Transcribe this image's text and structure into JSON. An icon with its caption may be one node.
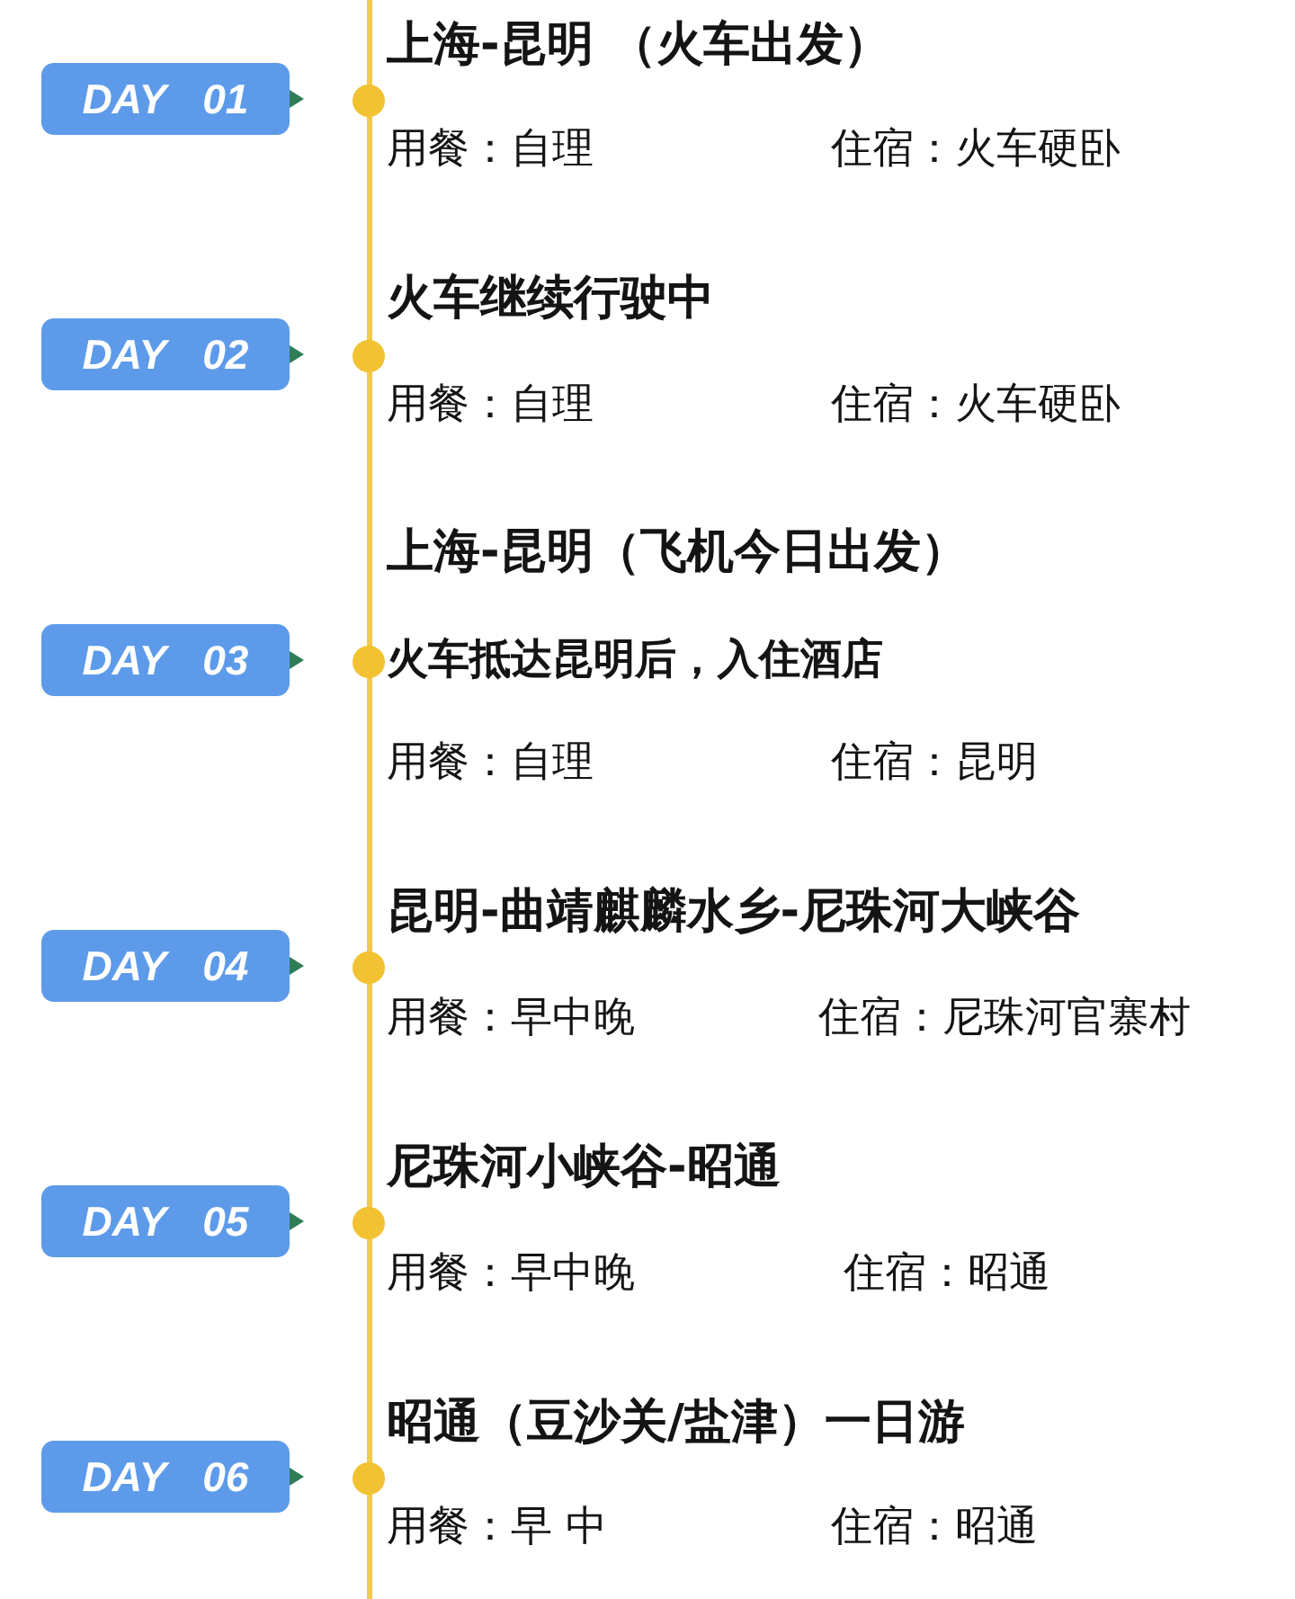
{
  "diagram": {
    "nodes": [
      {
        "text": [
          "DAY 01"
        ]
      },
      {
        "text": [
          "DAY 02"
        ]
      },
      {
        "text": [
          "DAY 03"
        ]
      },
      {
        "text": [
          "DAY 04"
        ]
      },
      {
        "text": [
          "DAY 05"
        ]
      },
      {
        "text": [
          "DAY 06"
        ]
      }
    ],
    "labels": [
      "上海-昆明 （火车出发）",
      "用餐：自理",
      "住宿：火车硬卧",
      "火车继续行驶中",
      "用餐：自理",
      "住宿：火车硬卧",
      "上海-昆明（飞机今日出发）",
      "火车抵达昆明后，入住酒店",
      "用餐：自理",
      "住宿：昆明",
      "昆明-曲靖麒麟水乡-尼珠河大峡谷",
      "用餐：早中晚",
      "住宿：尼珠河官寨村",
      "尼珠河小峡谷-昭通",
      "用餐：早中晚",
      "住宿：昭通",
      "昭通（豆沙关/盐津）一日游",
      "用餐：早 中",
      "住宿：昭通"
    ]
  }
}
